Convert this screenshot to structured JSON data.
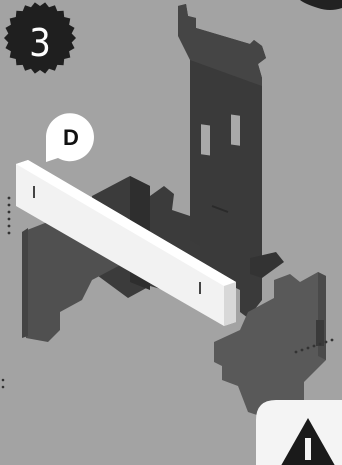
{
  "step": {
    "number": "3",
    "badge_color": "#1f1f1f",
    "text_color": "#ffffff"
  },
  "part_label": {
    "text": "D",
    "bubble_color": "#ffffff",
    "text_color": "#111111"
  },
  "colors": {
    "background": "#a3a3a3",
    "dark_panel": "#3a3a3a",
    "mid_panel": "#505050",
    "light_panel": "#6a6a6a",
    "highlighted_part": "#f2f2f2",
    "warning_bg": "#f4f4f4",
    "warning_fg": "#1a1a1a"
  },
  "icons": {
    "warning": "warning-triangle-icon",
    "badge": "gear-badge"
  }
}
